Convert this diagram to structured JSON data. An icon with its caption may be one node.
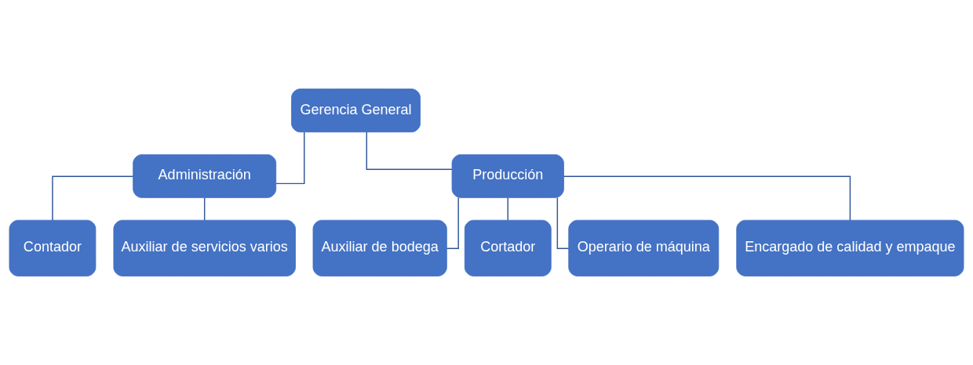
{
  "diagram": {
    "nodes": [
      {
        "text": [
          "Gerencia General"
        ]
      },
      {
        "text": [
          "Administración"
        ]
      },
      {
        "text": [
          "Producción"
        ]
      },
      {
        "text": [
          "Contador"
        ]
      },
      {
        "text": [
          "Auxiliar de servicios varios"
        ]
      },
      {
        "text": [
          "Auxiliar de bodega"
        ]
      },
      {
        "text": [
          "Cortador"
        ]
      },
      {
        "text": [
          "Operario de máquina"
        ]
      },
      {
        "text": [
          "Encargado de calidad y empaque"
        ]
      }
    ],
    "edges": [
      {
        "from": 0,
        "to": 1,
        "arrow": "none"
      },
      {
        "from": 0,
        "to": 2,
        "arrow": "none"
      },
      {
        "from": 1,
        "to": 3,
        "arrow": "none"
      },
      {
        "from": 1,
        "to": 4,
        "arrow": "none"
      },
      {
        "from": 2,
        "to": 5,
        "arrow": "none"
      },
      {
        "from": 2,
        "to": 6,
        "arrow": "none"
      },
      {
        "from": 2,
        "to": 7,
        "arrow": "none"
      },
      {
        "from": 2,
        "to": 8,
        "arrow": "none"
      }
    ]
  }
}
